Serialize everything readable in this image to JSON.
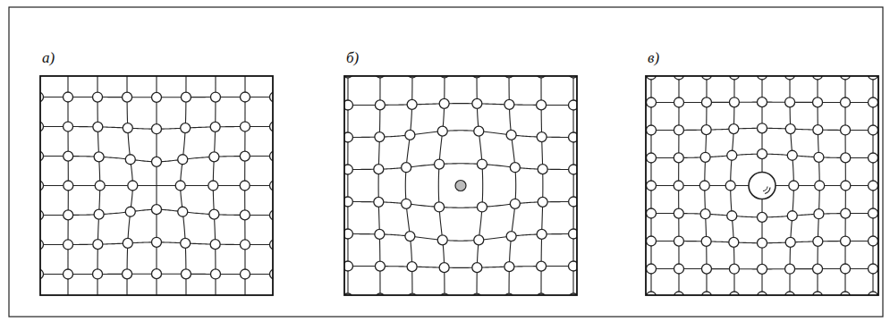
{
  "diagram": {
    "labels": [
      "а)",
      "б)",
      "в)"
    ]
  }
}
